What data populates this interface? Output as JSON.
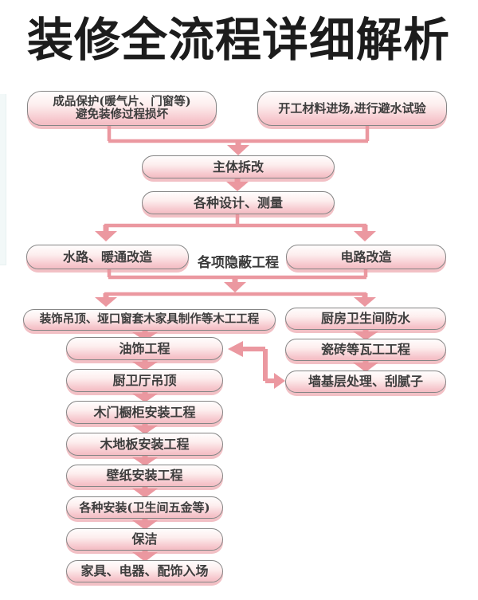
{
  "title": "装修全流程详细解析",
  "palette": {
    "arrow": "#eb98a0",
    "box_border": "#858585",
    "box_fill_top": "#fffdfd",
    "box_fill_bottom": "#f3bcc3",
    "box_shadow": "#e9969e",
    "text": "#3d3d3d",
    "title_color": "#1c1c1c"
  },
  "nodes": {
    "protect": {
      "title": "成品保护",
      "title_suffix": "(暖气片、门窗等)",
      "line2": "避免装修过程损坏"
    },
    "start": {
      "label": "开工材料进场,进行避水试验"
    },
    "demolition": {
      "label": "主体拆改"
    },
    "design": {
      "label": "各种设计、测量"
    },
    "plumbing": {
      "label": "水路、暖通改造"
    },
    "hidden_works": {
      "label": "各项隐蔽工程"
    },
    "electrical": {
      "label": "电路改造"
    },
    "carpentry": {
      "label": "装饰吊顶、垭口窗套木家具制作等木工工程"
    },
    "waterproof": {
      "label": "厨房卫生间防水"
    },
    "painting": {
      "label": "油饰工程"
    },
    "tiling": {
      "label": "瓷砖等瓦工工程"
    },
    "ceiling": {
      "label": "厨卫厅吊顶"
    },
    "wall_base": {
      "label": "墙基层处理、刮腻子"
    },
    "doors_cabinets": {
      "label": "木门橱柜安装工程"
    },
    "flooring": {
      "label": "木地板安装工程"
    },
    "wallpaper": {
      "label": "壁纸安装工程"
    },
    "installations": {
      "label": "各种安装(卫生间五金等)"
    },
    "cleaning": {
      "label": "保洁"
    },
    "furniture": {
      "label": "家具、电器、配饰入场"
    }
  }
}
